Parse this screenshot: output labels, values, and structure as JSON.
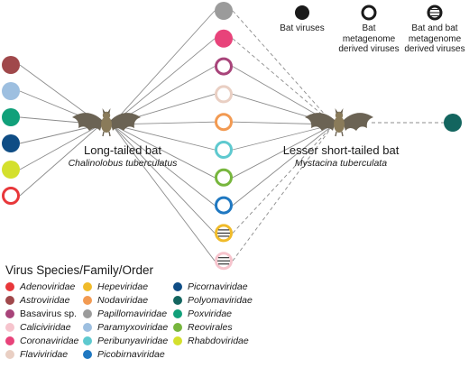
{
  "bats": {
    "long_tailed": {
      "common": "Long-tailed bat",
      "scientific": "Chalinolobus tuberculatus"
    },
    "lesser_short_tailed": {
      "common": "Lesser short-tailed bat",
      "scientific": "Mystacina tuberculata"
    }
  },
  "legend": {
    "bat_viruses": "Bat viruses",
    "metagenome": "Bat metagenome derived viruses",
    "both": "Bat and bat metagenome derived viruses"
  },
  "family_title": "Virus Species/Family/Order",
  "families": [
    {
      "id": "adenoviridae",
      "label": "Adenoviridae",
      "color": "#e8373a",
      "italic": true
    },
    {
      "id": "astroviridae",
      "label": "Astroviridae",
      "color": "#a0484b",
      "italic": true
    },
    {
      "id": "basavirus",
      "label": "Basavirus sp.",
      "color": "#a8447a",
      "italic": false
    },
    {
      "id": "caliciviridae",
      "label": "Caliciviridae",
      "color": "#f6c4cd",
      "italic": true
    },
    {
      "id": "coronaviridae",
      "label": "Coronaviridae",
      "color": "#e8437a",
      "italic": true
    },
    {
      "id": "flaviviridae",
      "label": "Flaviviridae",
      "color": "#e9cfc3",
      "italic": true
    },
    {
      "id": "hepeviridae",
      "label": "Hepeviridae",
      "color": "#f0bb2a",
      "italic": true
    },
    {
      "id": "nodaviridae",
      "label": "Nodaviridae",
      "color": "#f29a52",
      "italic": true
    },
    {
      "id": "papillomaviridae",
      "label": "Papillomaviridae",
      "color": "#9b9b9b",
      "italic": true
    },
    {
      "id": "paramyxoviridae",
      "label": "Paramyxoviridae",
      "color": "#9dbfe0",
      "italic": true
    },
    {
      "id": "peribunyaviridae",
      "label": "Peribunyaviridae",
      "color": "#5ec9cf",
      "italic": true
    },
    {
      "id": "picobirnaviridae",
      "label": "Picobirnaviridae",
      "color": "#1f78c1",
      "italic": true
    },
    {
      "id": "picornaviridae",
      "label": "Picornaviridae",
      "color": "#0f4d85",
      "italic": true
    },
    {
      "id": "polyomaviridae",
      "label": "Polyomaviridae",
      "color": "#13655f",
      "italic": true
    },
    {
      "id": "poxviridae",
      "label": "Poxviridae",
      "color": "#11a07a",
      "italic": true
    },
    {
      "id": "reovirales",
      "label": "Reovirales",
      "color": "#77b63d",
      "italic": true
    },
    {
      "id": "rhabdoviridae",
      "label": "Rhabdoviridae",
      "color": "#d4e02d",
      "italic": true
    }
  ],
  "left_nodes": [
    {
      "family": "astroviridae",
      "style": "bat"
    },
    {
      "family": "paramyxoviridae",
      "style": "bat"
    },
    {
      "family": "poxviridae",
      "style": "bat"
    },
    {
      "family": "picornaviridae",
      "style": "bat"
    },
    {
      "family": "rhabdoviridae",
      "style": "bat"
    },
    {
      "family": "adenoviridae",
      "style": "metagenome"
    }
  ],
  "center_nodes": [
    {
      "family": "papillomaviridae",
      "style": "bat"
    },
    {
      "family": "coronaviridae",
      "style": "bat"
    },
    {
      "family": "basavirus",
      "style": "metagenome"
    },
    {
      "family": "flaviviridae",
      "style": "metagenome"
    },
    {
      "family": "nodaviridae",
      "style": "metagenome"
    },
    {
      "family": "peribunyaviridae",
      "style": "metagenome"
    },
    {
      "family": "reovirales",
      "style": "metagenome"
    },
    {
      "family": "picobirnaviridae",
      "style": "metagenome"
    },
    {
      "family": "hepeviridae",
      "style": "both"
    },
    {
      "family": "caliciviridae",
      "style": "both"
    }
  ],
  "right_nodes": [
    {
      "family": "polyomaviridae",
      "style": "bat"
    }
  ],
  "links": {
    "long_tailed_center": "solid",
    "short_tailed_center": [
      "dashed",
      "dashed",
      "solid",
      "solid",
      "solid",
      "solid",
      "solid",
      "solid",
      "dashed",
      "dashed"
    ],
    "short_tailed_right": "dashed"
  }
}
